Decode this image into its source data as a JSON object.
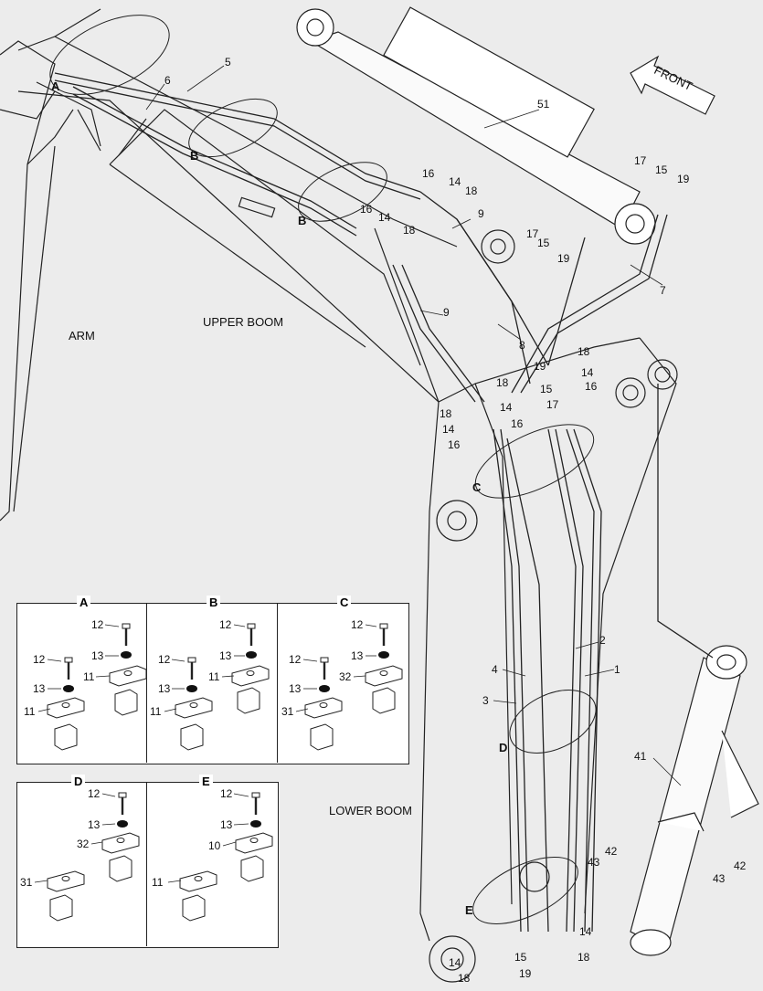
{
  "labels": {
    "arm": "ARM",
    "upper_boom": "UPPER BOOM",
    "lower_boom": "LOWER BOOM",
    "front": "FRONT"
  },
  "callouts": {
    "n51": "51",
    "n5": "5",
    "n6": "6",
    "n7": "7",
    "n8": "8",
    "n9a": "9",
    "n9b": "9",
    "n1": "1",
    "n2": "2",
    "n3": "3",
    "n4": "4",
    "n41": "41",
    "n16a": "16",
    "n14a": "14",
    "n18a": "18",
    "n16b": "16",
    "n14b": "14",
    "n18b": "18",
    "n17a": "17",
    "n15a": "15",
    "n19a": "19",
    "n17b": "17",
    "n15b": "15",
    "n19b": "19",
    "n18c": "18",
    "n19c": "19",
    "n15c": "15",
    "n14c": "14",
    "n16c": "16",
    "n17c": "17",
    "n18d": "18",
    "n14d": "14",
    "n18e": "18",
    "n14e": "14",
    "n16d": "16",
    "n16e": "16",
    "n42a": "42",
    "n43a": "43",
    "n42b": "42",
    "n43b": "43",
    "n14f": "14",
    "n18f": "18",
    "n14g": "14",
    "n15d": "15",
    "n18g": "18",
    "n19d": "19"
  },
  "view_markers": {
    "A": "A",
    "B1": "B",
    "B2": "B",
    "C": "C",
    "D": "D",
    "E": "E"
  },
  "details": {
    "A": {
      "title": "A",
      "p12a": "12",
      "p13a": "13",
      "p11a": "11",
      "p12b": "12",
      "p13b": "13",
      "p11b": "11"
    },
    "B": {
      "title": "B",
      "p12a": "12",
      "p13a": "13",
      "p11a": "11",
      "p12b": "12",
      "p13b": "13",
      "p11b": "11"
    },
    "C": {
      "title": "C",
      "p12a": "12",
      "p13a": "13",
      "p32": "32",
      "p12b": "12",
      "p13b": "13",
      "p31": "31"
    },
    "D": {
      "title": "D",
      "p12": "12",
      "p13": "13",
      "p32": "32",
      "p31": "31"
    },
    "E": {
      "title": "E",
      "p12": "12",
      "p13": "13",
      "p10": "10",
      "p11": "11"
    }
  }
}
